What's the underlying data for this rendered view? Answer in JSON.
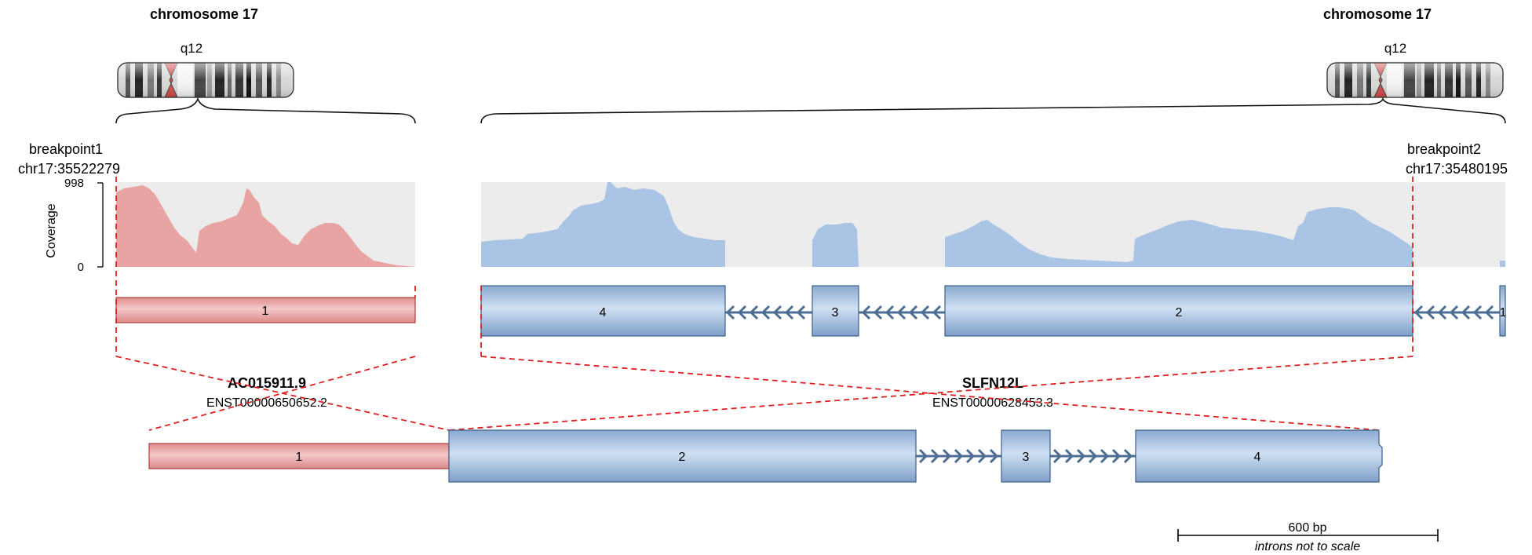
{
  "left": {
    "chromosome": "chromosome 17",
    "band": "q12",
    "breakpoint_label": "breakpoint1",
    "breakpoint_pos": "chr17:35522279",
    "gene": "AC015911.9",
    "transcript": "ENST00000650652.2",
    "exons": [
      "1"
    ]
  },
  "right": {
    "chromosome": "chromosome 17",
    "band": "q12",
    "breakpoint_label": "breakpoint2",
    "breakpoint_pos": "chr17:35480195",
    "gene": "SLFN12L",
    "transcript": "ENST00000628453.3",
    "exons": [
      "4",
      "3",
      "2",
      "1"
    ]
  },
  "coverage": {
    "axis_label": "Coverage",
    "max": "998",
    "min": "0"
  },
  "fusion": {
    "exons": [
      "1",
      "2",
      "3",
      "4"
    ]
  },
  "scale": {
    "label": "600 bp",
    "note": "introns not to scale"
  },
  "colors": {
    "left_fill": "#e8a3a3",
    "left_stroke": "#c04848",
    "right_fill": "#a9c4e4",
    "right_stroke": "#3e5f85",
    "coverage_bg": "#ececec",
    "breakpoint_line": "#e02020"
  }
}
